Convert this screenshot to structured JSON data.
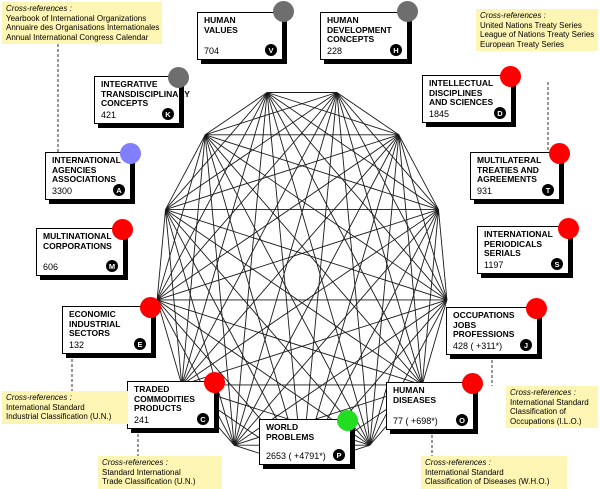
{
  "colors": {
    "grey": "#6e6e6e",
    "red": "#ff0000",
    "blue": "#7f7fff",
    "green": "#22dd22",
    "xref_bg": "#fdf5b4"
  },
  "nodes": [
    {
      "id": "V",
      "title": "Human\nValues",
      "count": "704",
      "letter": "V",
      "dot": "grey"
    },
    {
      "id": "H",
      "title": "Human\nDevelopment\nConcepts",
      "count": "228",
      "letter": "H",
      "dot": "grey"
    },
    {
      "id": "D",
      "title": "Intellectual\nDisciplines\nand Sciences",
      "count": "1845",
      "letter": "D",
      "dot": "red"
    },
    {
      "id": "T",
      "title": "Multilateral\nTreaties and\nAgreements",
      "count": "931",
      "letter": "T",
      "dot": "red"
    },
    {
      "id": "S",
      "title": "International\nPeriodicals\nSerials",
      "count": "1197",
      "letter": "S",
      "dot": "red"
    },
    {
      "id": "J",
      "title": "Occupations\nJobs\nProfessions",
      "count": "428  ( +311*)",
      "letter": "J",
      "dot": "red"
    },
    {
      "id": "O",
      "title": "Human Diseases",
      "count": "77  ( +698*)",
      "letter": "O",
      "dot": "red"
    },
    {
      "id": "P",
      "title": "World\nProblems",
      "count": "2653  ( +4791*)",
      "letter": "P",
      "dot": "green"
    },
    {
      "id": "C",
      "title": "Traded\nCommodities\nProducts",
      "count": "241",
      "letter": "C",
      "dot": "red"
    },
    {
      "id": "E",
      "title": "Economic\nIndustrial\nSectors",
      "count": "132",
      "letter": "E",
      "dot": "red"
    },
    {
      "id": "M",
      "title": "Multinational\nCorporations",
      "count": "606",
      "letter": "M",
      "dot": "red"
    },
    {
      "id": "A",
      "title": "International\nAgencies\nAssociations",
      "count": "3300",
      "letter": "A",
      "dot": "blue"
    },
    {
      "id": "K",
      "title": "Integrative\nTransdisciplinary\nConcepts",
      "count": "421",
      "letter": "K",
      "dot": "grey"
    }
  ],
  "cross_refs": [
    {
      "id": "tl",
      "heading": "Cross-references :",
      "lines": [
        "Yearbook of International Organizations",
        "Annuaire des Organisations Internationales",
        "Annual International Congress Calendar"
      ]
    },
    {
      "id": "tr",
      "heading": "Cross-references :",
      "lines": [
        "United Nations Treaty Series",
        "League of Nations Treaty Series",
        "European Treaty Series"
      ]
    },
    {
      "id": "bl",
      "heading": "Cross-references :",
      "lines": [
        "International Standard",
        "Industrial Classification (U.N.)"
      ]
    },
    {
      "id": "bc",
      "heading": "Cross-references :",
      "lines": [
        "Standard International",
        "Trade Classification (U.N.)"
      ]
    },
    {
      "id": "br1",
      "heading": "Cross-references :",
      "lines": [
        "International Standard",
        "Classification of",
        "Occupations (I.L.O.)"
      ]
    },
    {
      "id": "br2",
      "heading": "Cross-references :",
      "lines": [
        "International Standard",
        "Classification of Diseases (W.H.O.)"
      ]
    }
  ]
}
